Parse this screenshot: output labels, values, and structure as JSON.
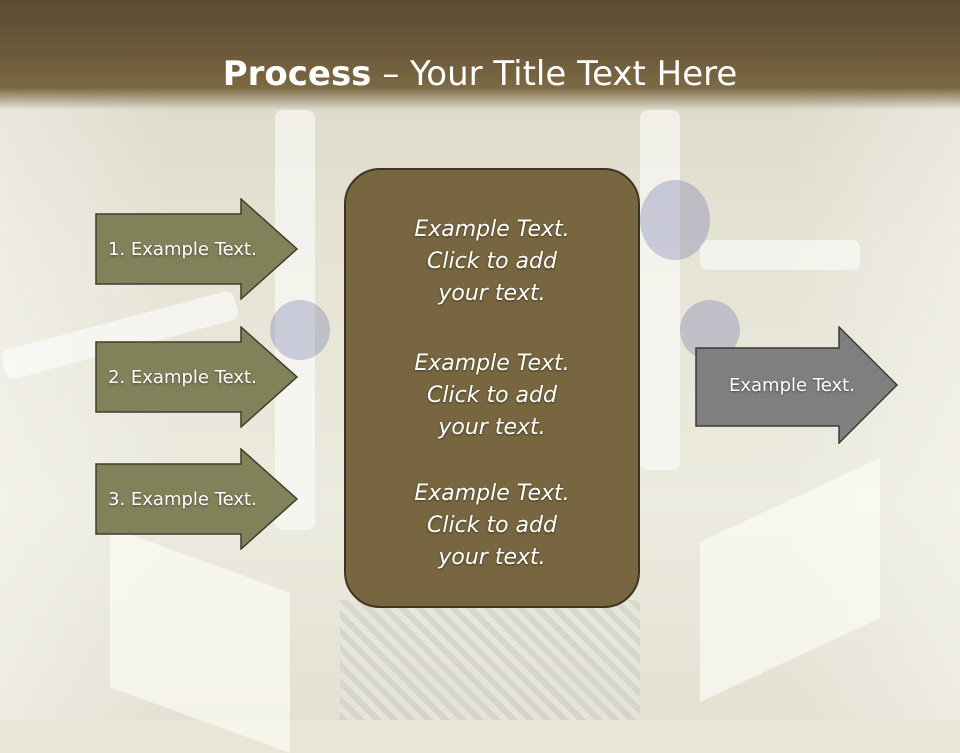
{
  "slide": {
    "title_bold": "Process",
    "title_rest": " – Your Title Text Here"
  },
  "inputs": [
    {
      "label": "1. Example Text."
    },
    {
      "label": "2. Example Text."
    },
    {
      "label": "3. Example Text."
    }
  ],
  "center": {
    "blocks": [
      "Example Text.\nClick  to add\nyour text.",
      "Example Text.\nClick  to add\nyour text.",
      "Example Text.\nClick  to add\nyour text."
    ]
  },
  "output": {
    "label": "Example Text."
  },
  "colors": {
    "header": "#6e5c3c",
    "input_arrow_fill": "#80825a",
    "center_box_fill": "#77663f",
    "output_arrow_fill": "#7f7f7f"
  }
}
